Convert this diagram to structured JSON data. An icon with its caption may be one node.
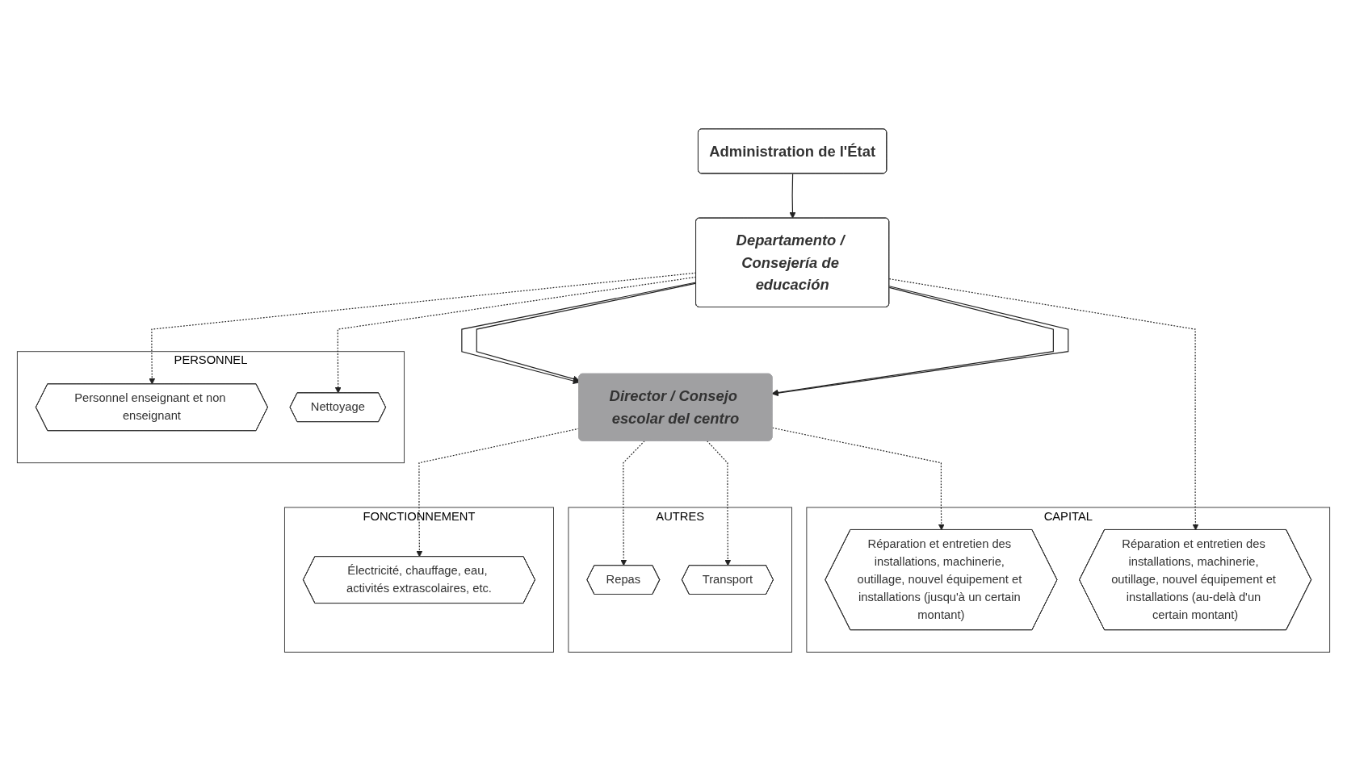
{
  "diagram": {
    "nodes": [
      {
        "text": [
          "Administration de l'État"
        ]
      },
      {
        "text": [
          "Departamento / Consejería de educación"
        ]
      },
      {
        "text": [
          "Director / Consejo escolar del centro"
        ]
      },
      {
        "text": [
          "PERSONNEL"
        ]
      },
      {
        "text": [
          "Personnel enseignant et non enseignant"
        ],
        "in": 3
      },
      {
        "text": [
          "Nettoyage"
        ],
        "in": 3
      },
      {
        "text": [
          "FONCTIONNEMENT"
        ]
      },
      {
        "text": [
          "Électricité, chauffage, eau, activités extrascolaires, etc."
        ],
        "in": 6
      },
      {
        "text": [
          "CAPITAL"
        ]
      },
      {
        "text": [
          "Réparation et entretien des installations, machinerie, outillage, nouvel équipement et installations (jusqu'à un certain montant)"
        ],
        "in": 8
      },
      {
        "text": [
          "Réparation et entretien des installations, machinerie, outillage, nouvel équipement et installations (au-delà d'un certain montant)"
        ],
        "in": 8
      },
      {
        "text": [
          "AUTRES"
        ]
      },
      {
        "text": [
          "Repas"
        ],
        "in": 11
      },
      {
        "text": [
          "Transport"
        ],
        "in": 11
      }
    ],
    "edges": [
      {
        "from": 0,
        "to": 1,
        "arrow": "to"
      },
      {
        "from": 1,
        "to": 4,
        "arrow": "to",
        "style": "dashed"
      },
      {
        "from": 1,
        "to": 5,
        "arrow": "to",
        "style": "dashed"
      },
      {
        "from": 1,
        "to": 2,
        "arrow": "to"
      },
      {
        "from": 1,
        "to": 2,
        "arrow": "to"
      },
      {
        "from": 1,
        "to": 10,
        "arrow": "to",
        "style": "dashed"
      },
      {
        "from": 1,
        "to": 2,
        "arrow": "to"
      },
      {
        "from": 1,
        "to": 2,
        "arrow": "to"
      },
      {
        "from": 2,
        "to": 7,
        "arrow": "to",
        "style": "dashed"
      },
      {
        "from": 2,
        "to": 9,
        "arrow": "to",
        "style": "dashed"
      },
      {
        "from": 2,
        "to": 12,
        "arrow": "to",
        "style": "dashed"
      },
      {
        "from": 2,
        "to": 13,
        "arrow": "to",
        "style": "dashed"
      }
    ]
  }
}
